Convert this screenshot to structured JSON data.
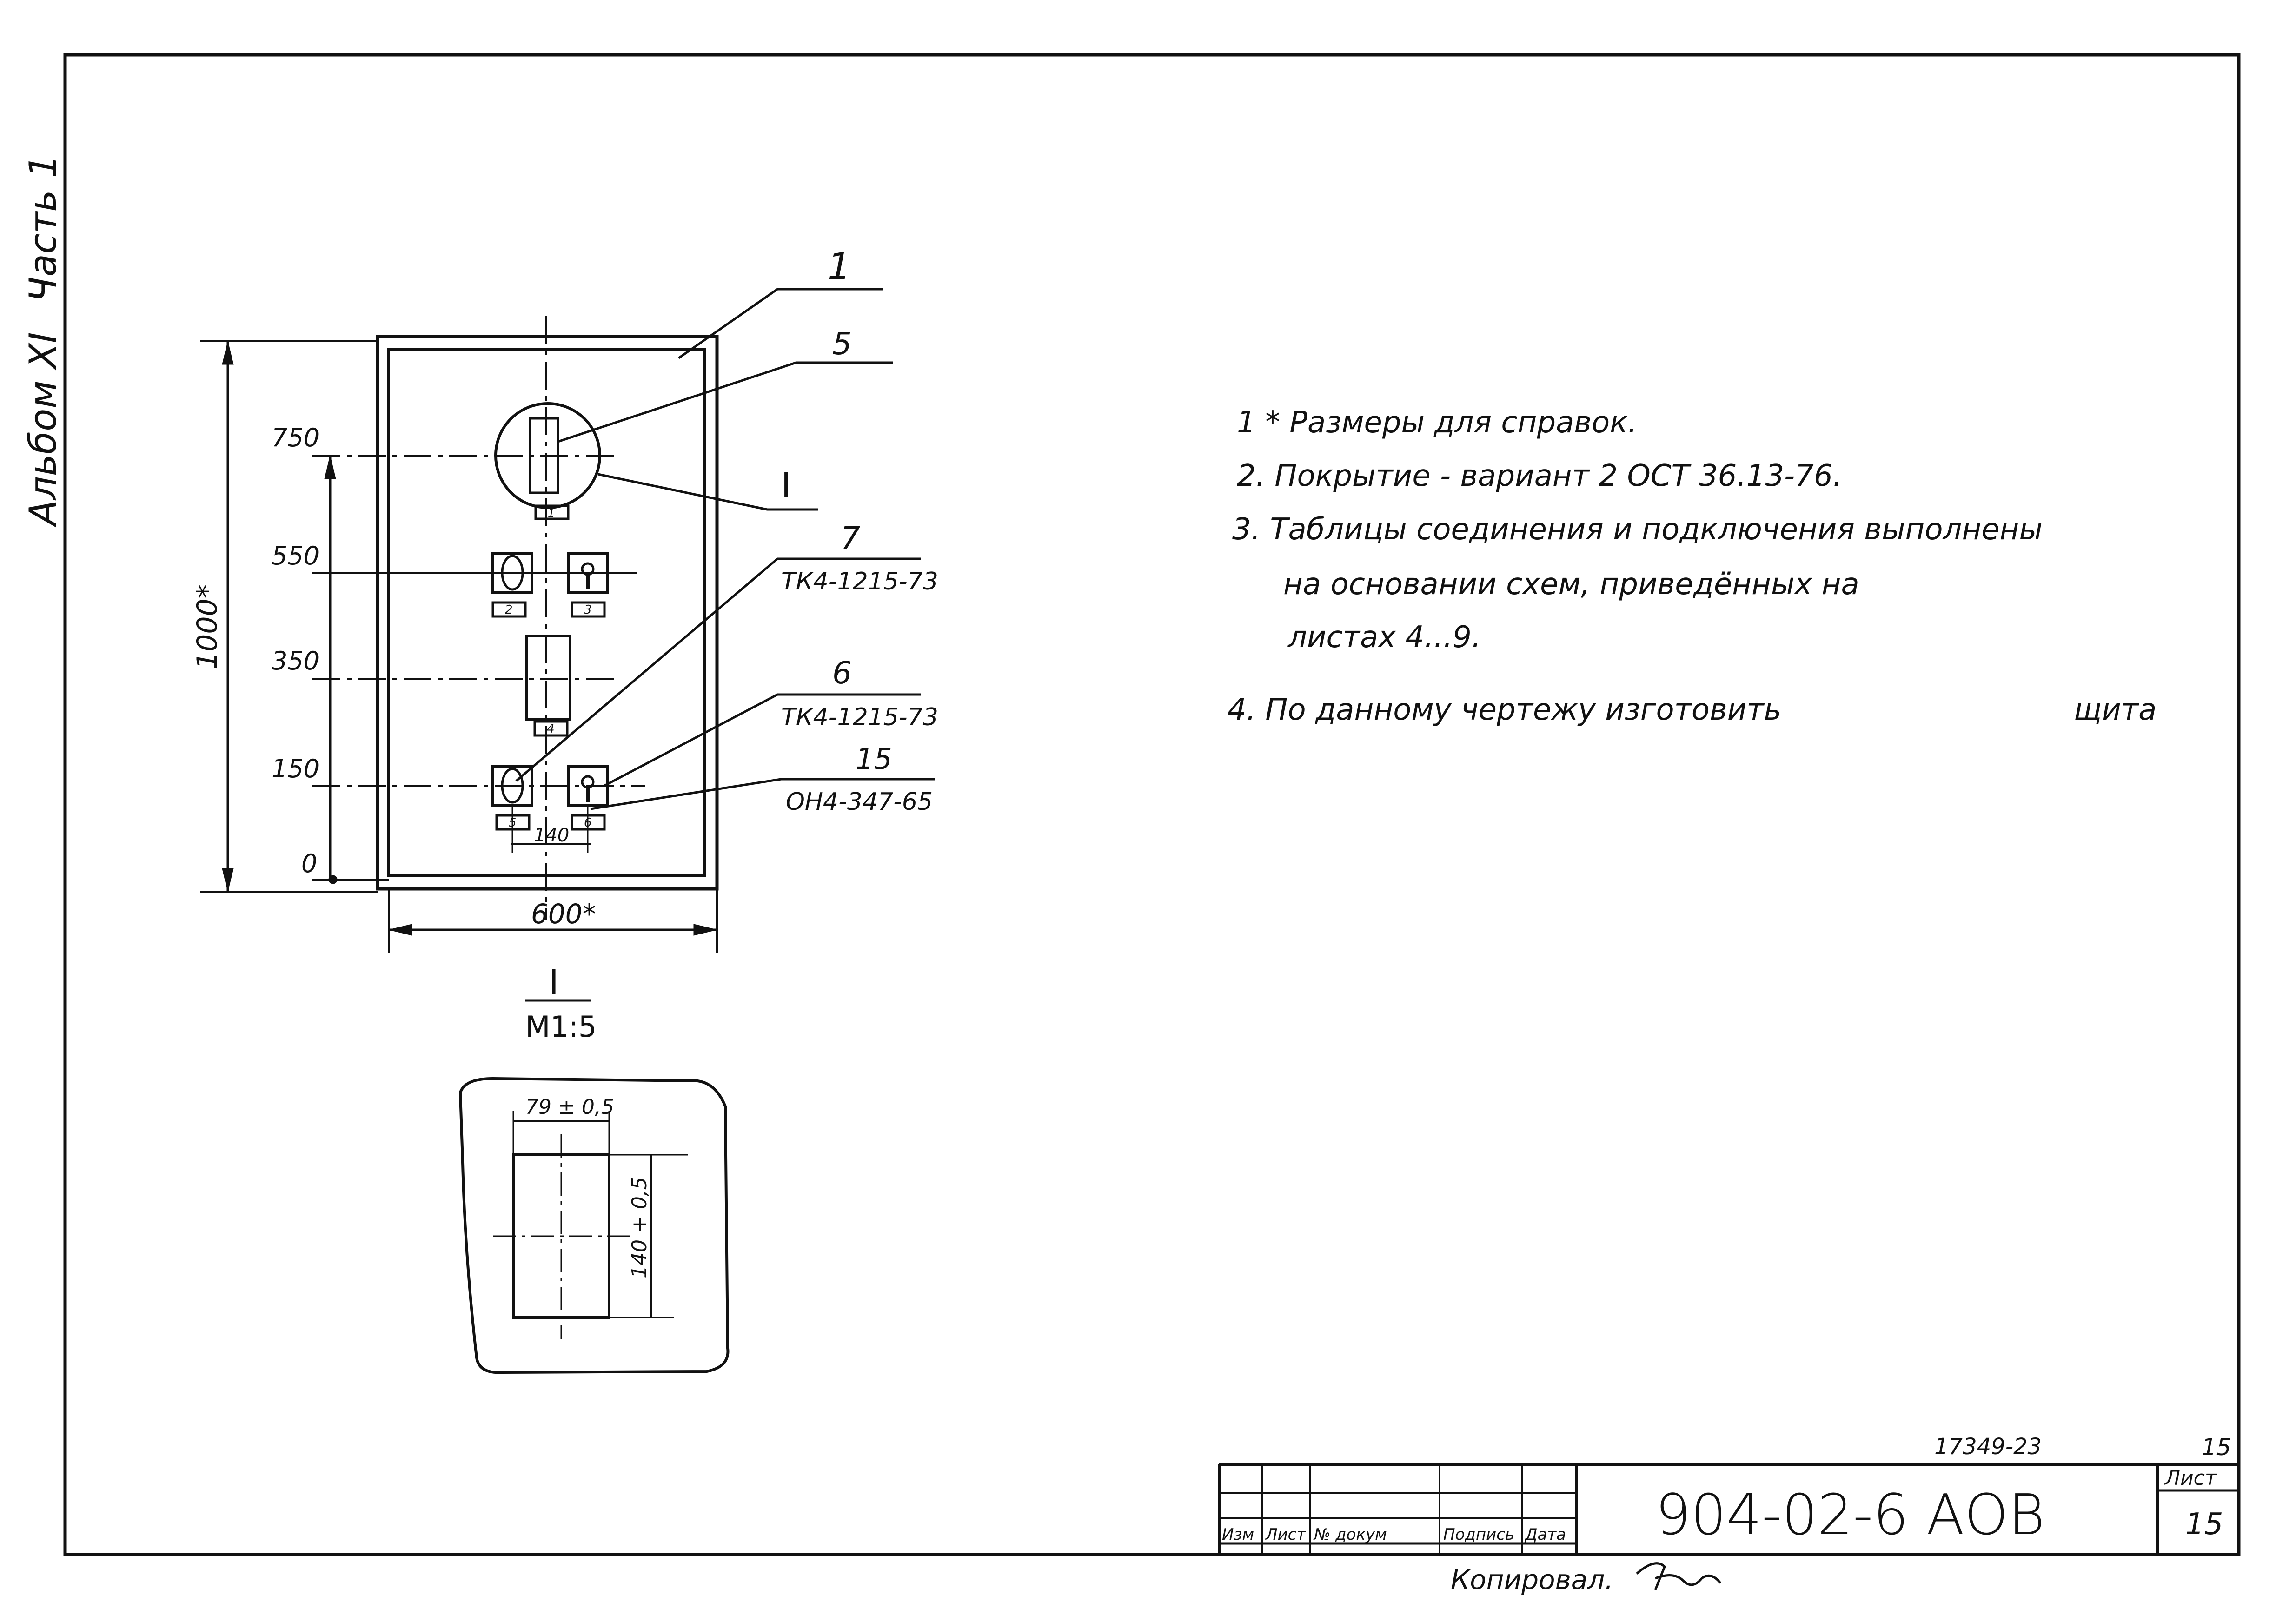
{
  "side": {
    "album": "Альбом XI",
    "part": "Часть 1"
  },
  "drawing": {
    "leaders": {
      "n1": "1",
      "n5": "5",
      "sectionI": "I",
      "n7": "7",
      "n7_code": "ТК4-1215-73",
      "n6": "6",
      "n6_code": "ТК4-1215-73",
      "n15": "15",
      "n15_code": "ОН4-347-65"
    },
    "levels": [
      "750",
      "550",
      "350",
      "150",
      "0"
    ],
    "height_dim": "1000*",
    "width_dim": "600*",
    "spacing_dim": "140",
    "tags": [
      "1",
      "2",
      "3",
      "4",
      "5",
      "6"
    ]
  },
  "section": {
    "title": "I",
    "scale": "М1:5",
    "width_dim": "79 ± 0,5",
    "height_dim": "140 + 0,5"
  },
  "notes": [
    "1 * Размеры для справок.",
    "2. Покрытие - вариант 2 ОСТ 36.13-76.",
    "3. Таблицы соединения и подключения выполнены",
    "на основании схем, приведённых на",
    "листах 4...9.",
    "4. По данному чертежу изготовить",
    "щита"
  ],
  "titleblock": {
    "inv_number": "17349-23",
    "sheet_top": "15",
    "headers": [
      "Изм",
      "Лист",
      "№ докум",
      "Подпись",
      "Дата"
    ],
    "code": "904-02-6 АОВ",
    "sheet_label": "Лист",
    "sheet_number": "15",
    "copied": "Копировал."
  }
}
